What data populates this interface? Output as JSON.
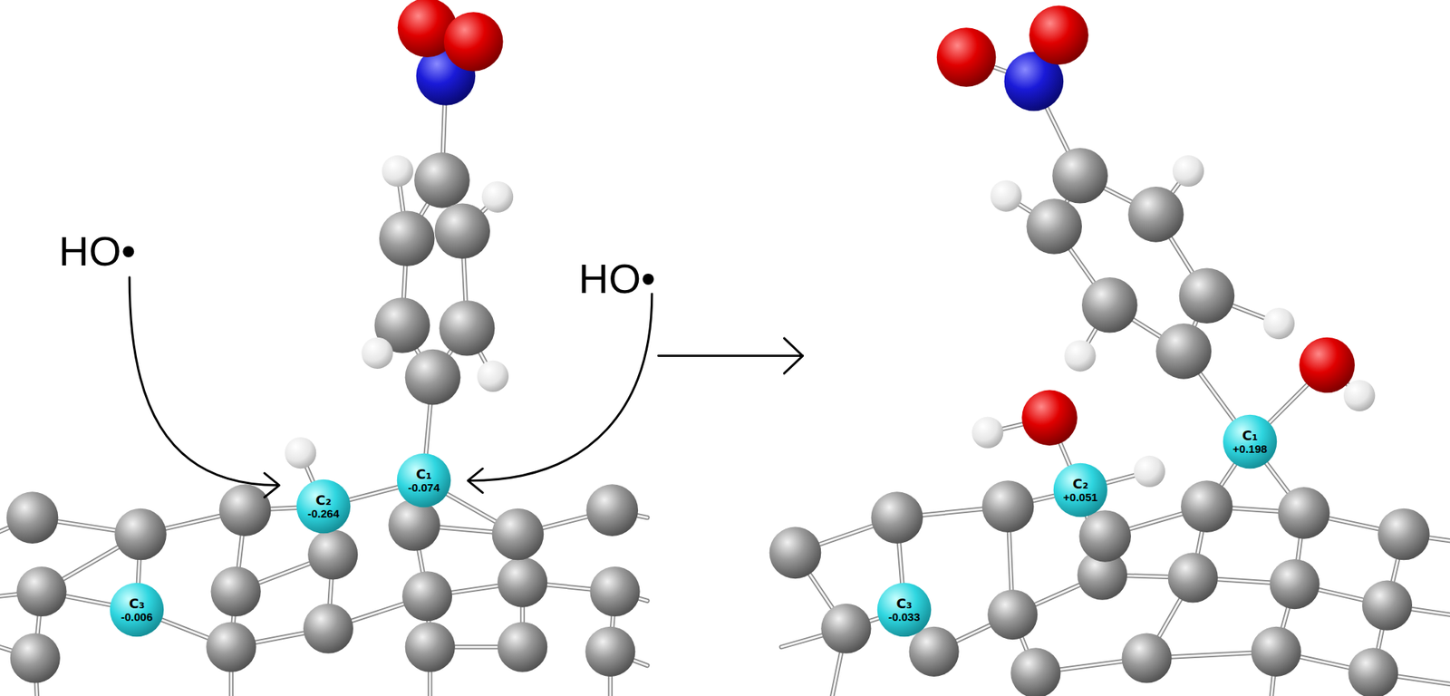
{
  "diagram": {
    "nodes": [
      {
        "text": [
          "C₁",
          "-0.074"
        ]
      },
      {
        "text": [
          "C₂",
          "-0.264"
        ]
      },
      {
        "text": [
          "C₃",
          "-0.006"
        ]
      },
      {
        "text": [
          "C₁",
          "+0.198"
        ]
      },
      {
        "text": [
          "C₂",
          "+0.051"
        ]
      },
      {
        "text": [
          "C₃",
          "-0.033"
        ]
      }
    ],
    "labels": [
      "HO•",
      "HO•"
    ]
  }
}
